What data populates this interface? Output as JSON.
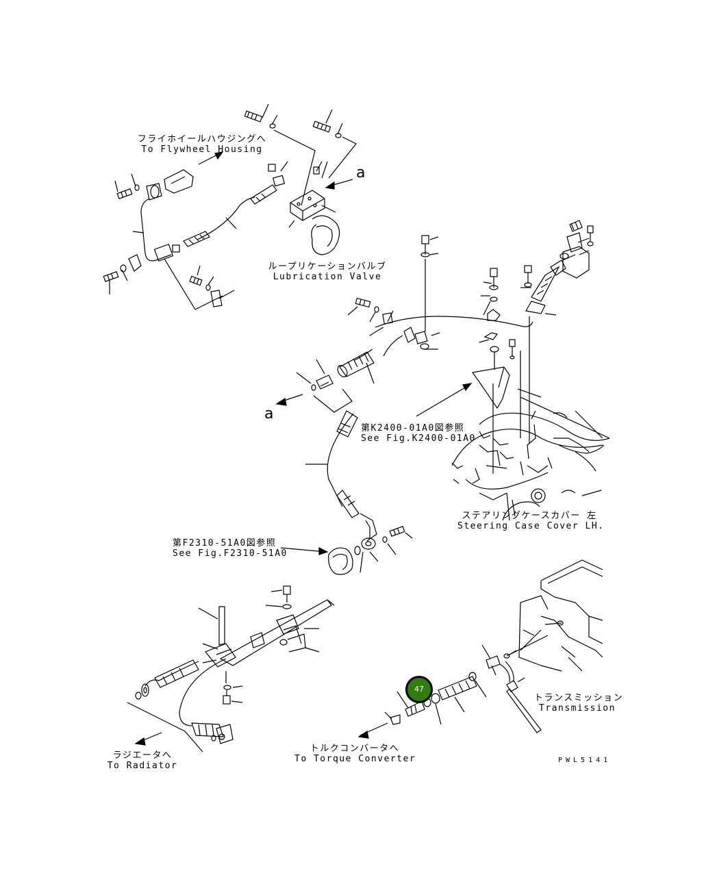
{
  "labels": {
    "flywheel": {
      "jp": "フライホイールハウジングへ",
      "en": "To Flywheel Housing"
    },
    "lube_valve": {
      "jp": "ループリケーションバルブ",
      "en": "Lubrication Valve"
    },
    "fig_k2400": {
      "jp": "第K2400-01A0図参照",
      "en": "See Fig.K2400-01A0"
    },
    "steering": {
      "jp": "ステアリングケースカバー 左",
      "en": "Steering Case Cover LH."
    },
    "fig_f2310": {
      "jp": "第F2310-51A0図参照",
      "en": "See Fig.F2310-51A0"
    },
    "transmission": {
      "jp": "トランスミッション",
      "en": "Transmission"
    },
    "radiator": {
      "jp": "ラジエータへ",
      "en": "To Radiator"
    },
    "torque": {
      "jp": "トルクコンバータへ",
      "en": "To Torque Converter"
    }
  },
  "ref_letters": {
    "upper": "a",
    "lower": "a"
  },
  "callout": {
    "number": "47",
    "color": "#2e7d0e"
  },
  "drawing_code": "PWL5141"
}
